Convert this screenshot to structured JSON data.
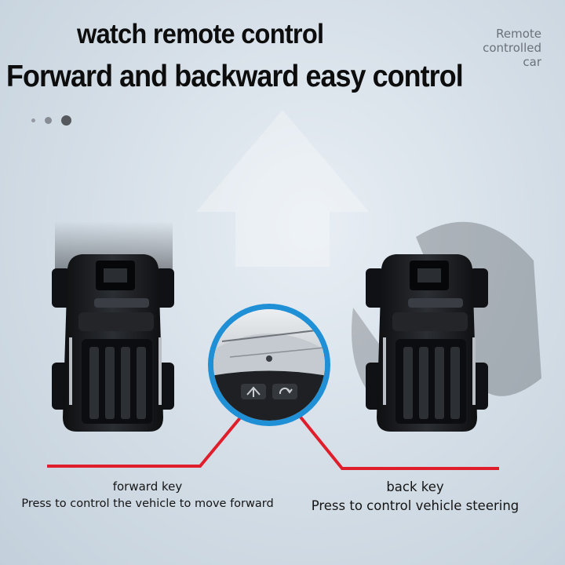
{
  "headline": {
    "line1": "watch remote control",
    "line2": "Forward and backward easy control"
  },
  "corner_label": [
    "Remote",
    "controlled",
    "car"
  ],
  "forward": {
    "key_label": "forward key",
    "description": "Press to control the vehicle to move forward"
  },
  "back": {
    "key_label": "back key",
    "description": "Press to control vehicle steering"
  },
  "colors": {
    "accent_red": "#e01e2b",
    "ring_blue": "#1f8fd6",
    "car_body": "#16181b"
  },
  "icons": [
    "forward-arrow-icon",
    "rotate-arrow-icon"
  ]
}
